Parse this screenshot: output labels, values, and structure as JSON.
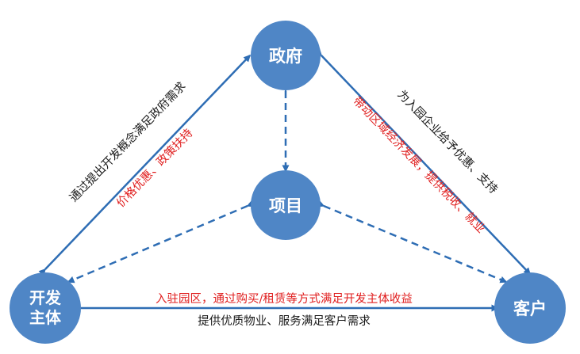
{
  "nodes": {
    "government": {
      "label": "政府"
    },
    "project": {
      "label": "项目"
    },
    "developer": {
      "label_line1": "开发",
      "label_line2": "主体"
    },
    "customer": {
      "label": "客户"
    }
  },
  "edges": {
    "developer_to_government_black": "通过提出开发概念满足政府需求",
    "developer_to_government_red": "价格优惠、政策扶持",
    "government_to_customer_black": "为入园企业给予优惠、支持",
    "government_to_customer_red": "带动区域经济发展，提供税收、就业",
    "developer_customer_red": "入驻园区，通过购买/租赁等方式满足开发主体收益",
    "developer_customer_black": "提供优质物业、服务满足客户需求"
  },
  "colors": {
    "node_fill": "#4f86c6",
    "arrow": "#2e6db4",
    "label_black": "#1a1a1a",
    "label_red": "#e01e1e"
  }
}
